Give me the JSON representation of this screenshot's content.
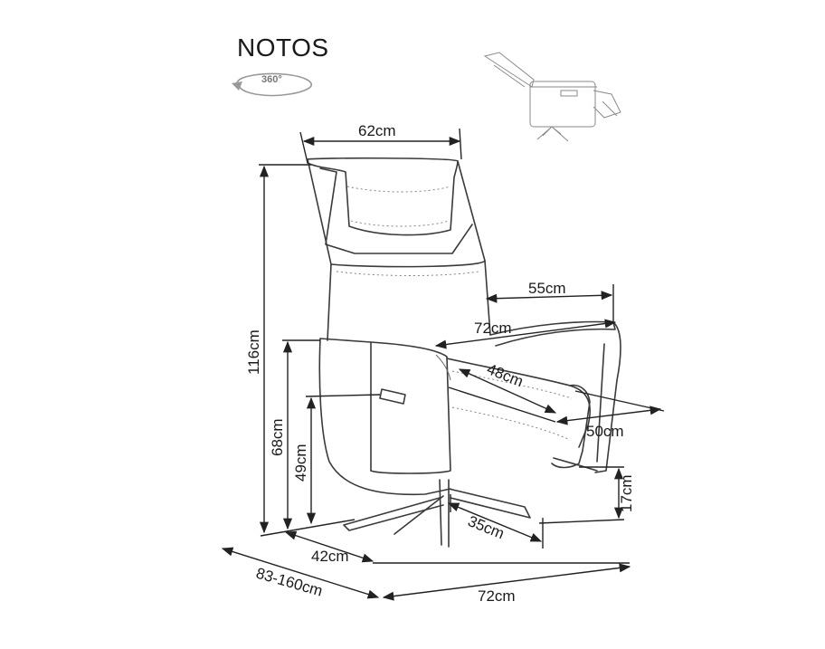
{
  "title": "NOTOS",
  "rotation_badge": "360°",
  "dimensions": {
    "width_top": "62cm",
    "armrest_depth": "55cm",
    "armrest_span": "72cm",
    "seat_depth": "48cm",
    "footrest_length": "50cm",
    "total_height": "116cm",
    "armrest_height": "68cm",
    "seat_height": "49cm",
    "footrest_height": "17cm",
    "base_width": "35cm",
    "base_depth": "42cm",
    "total_depth": "83-160cm",
    "total_width": "72cm"
  }
}
